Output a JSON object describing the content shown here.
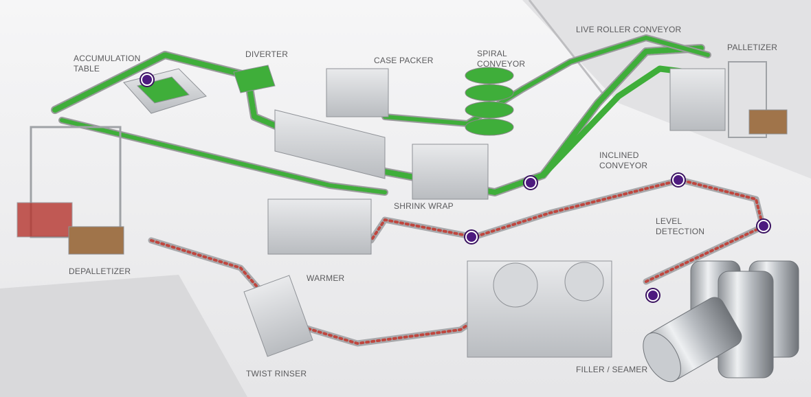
{
  "labels": {
    "accumulation_table": "ACCUMULATION\nTABLE",
    "diverter": "DIVERTER",
    "case_packer": "CASE PACKER",
    "spiral_conveyor": "SPIRAL\nCONVEYOR",
    "live_roller_conveyor": "LIVE ROLLER CONVEYOR",
    "palletizer": "PALLETIZER",
    "inclined_conveyor": "INCLINED\nCONVEYOR",
    "shrink_wrap": "SHRINK WRAP",
    "level_detection": "LEVEL\nDETECTION",
    "depalletizer": "DEPALLETIZER",
    "warmer": "WARMER",
    "twist_rinser": "TWIST RINSER",
    "filler_seamer": "FILLER / SEAMER"
  },
  "colors": {
    "hotspot": "#4d1a7f",
    "conveyor_green": "#3fae3a",
    "label_gray": "#5a5a5c",
    "can_red": "#b5352e"
  }
}
